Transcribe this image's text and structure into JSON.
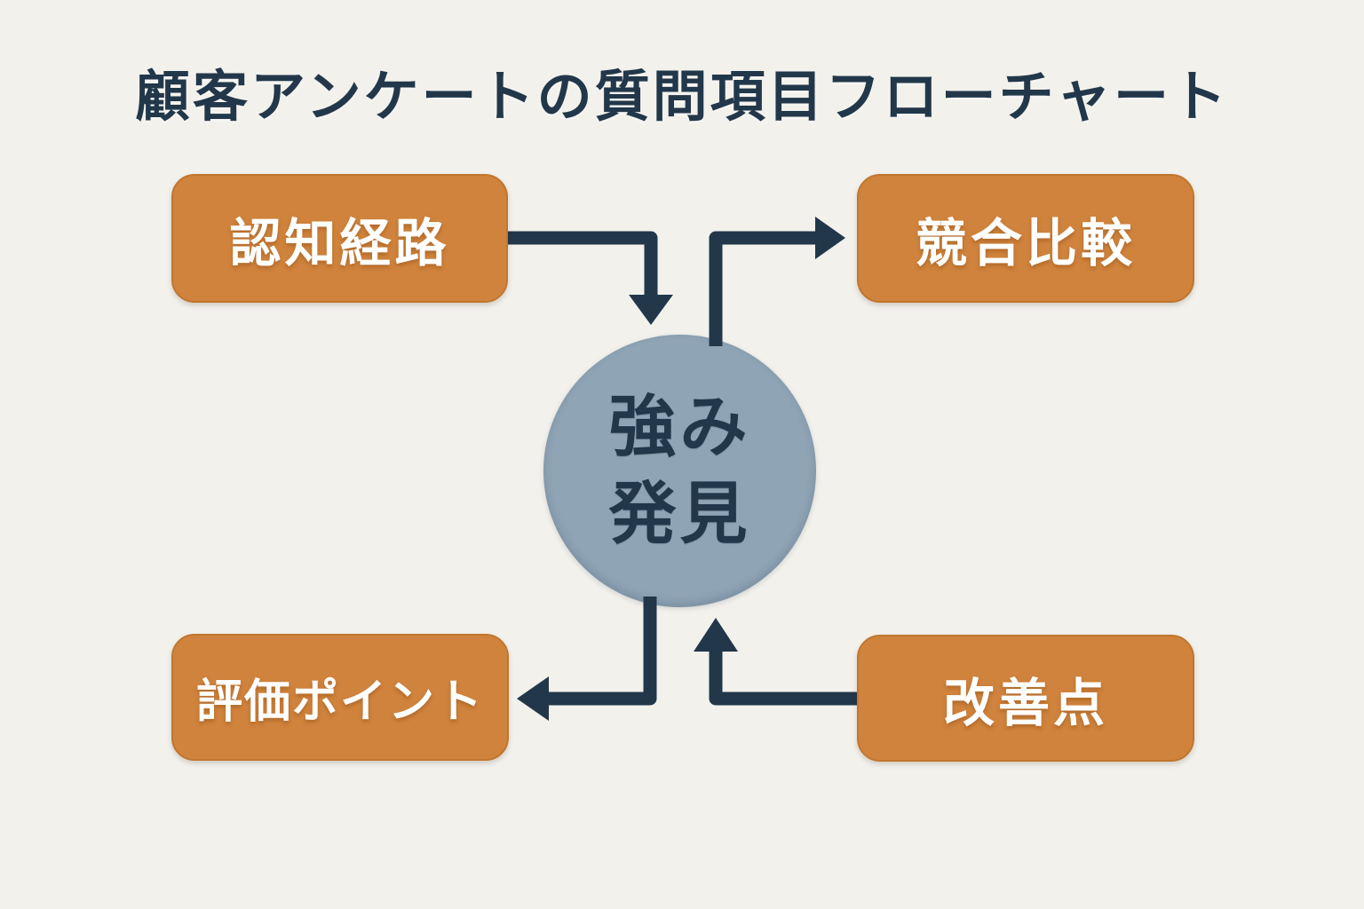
{
  "title": "顧客アンケートの質問項目フローチャート",
  "colors": {
    "bg": "#F2F1EC",
    "box": "#D0833C",
    "box_border": "#C1762E",
    "box_text": "#FFFFFF",
    "circle": "#8FA4B5",
    "ink": "#22374A"
  },
  "nodes": {
    "top_left": {
      "label": "認知経路"
    },
    "top_right": {
      "label": "競合比較"
    },
    "bottom_left": {
      "label": "評価ポイント"
    },
    "bottom_right": {
      "label": "改善点"
    },
    "center": {
      "line1": "強み",
      "line2": "発見"
    }
  },
  "edges": [
    {
      "from": "認知経路",
      "to": "強み発見",
      "direction": "right-then-down"
    },
    {
      "from": "強み発見",
      "to": "競合比較",
      "direction": "up-then-right"
    },
    {
      "from": "強み発見",
      "to": "評価ポイント",
      "direction": "down-then-left"
    },
    {
      "from": "改善点",
      "to": "強み発見",
      "direction": "left-then-up"
    }
  ]
}
